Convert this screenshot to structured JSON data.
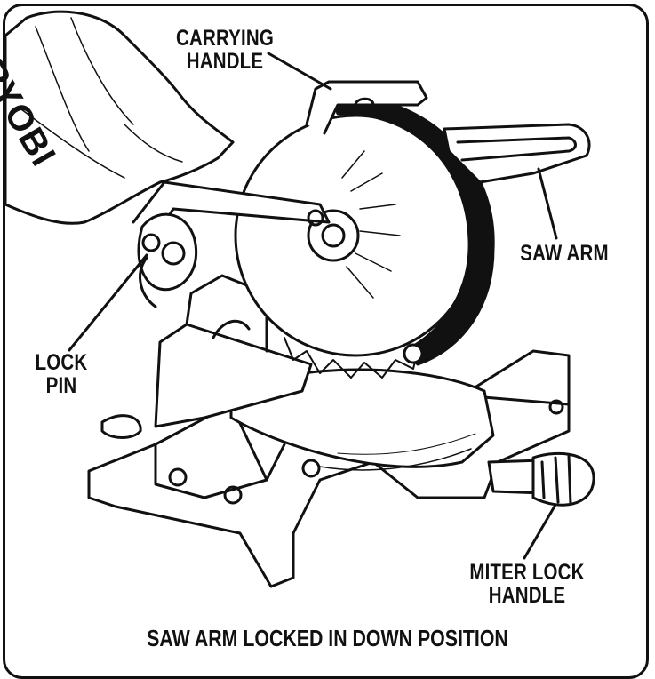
{
  "brand": "RYOBI",
  "labels": {
    "carrying_handle": [
      "CARRYING",
      "HANDLE"
    ],
    "saw_arm": "SAW ARM",
    "lock_pin": [
      "LOCK",
      "PIN"
    ],
    "miter_lock_handle": [
      "MITER LOCK",
      "HANDLE"
    ]
  },
  "caption": "SAW ARM LOCKED IN DOWN POSITION"
}
